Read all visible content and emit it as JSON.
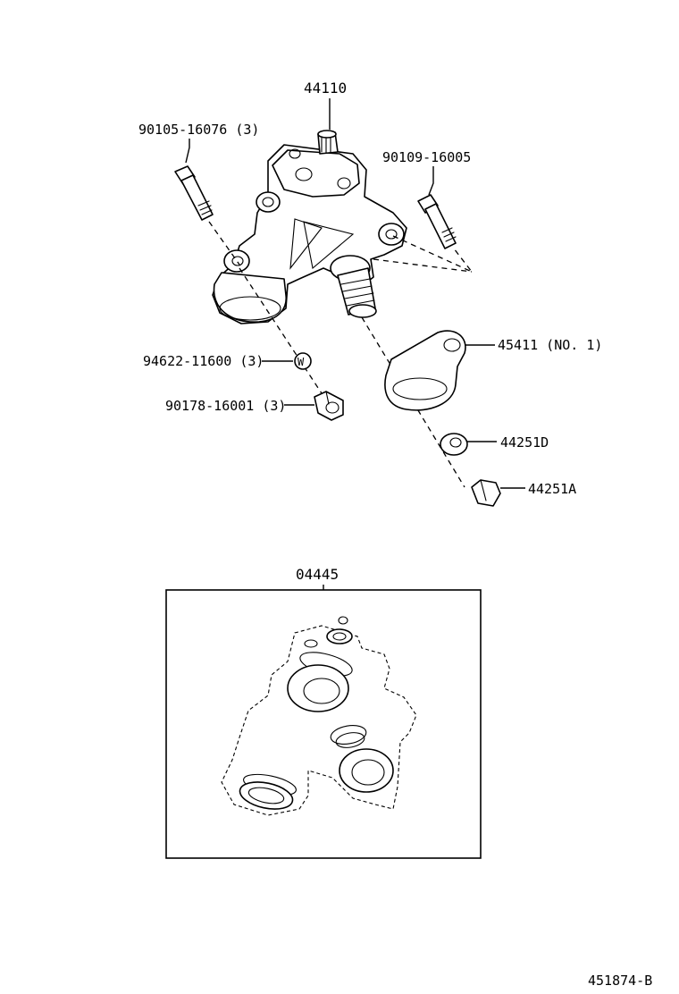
{
  "parts": {
    "gear_assembly": "44110",
    "bolt_left": "90105-16076 (3)",
    "bolt_right": "90109-16005",
    "washer": "94622-11600 (3)",
    "washer_mark": "W",
    "nut_left": "90178-16001 (3)",
    "pitman_arm": "45411 (NO. 1)",
    "lock_washer": "44251D",
    "arm_nut": "44251A",
    "gasket_kit": "04445"
  },
  "diagram_id": "451874-B"
}
